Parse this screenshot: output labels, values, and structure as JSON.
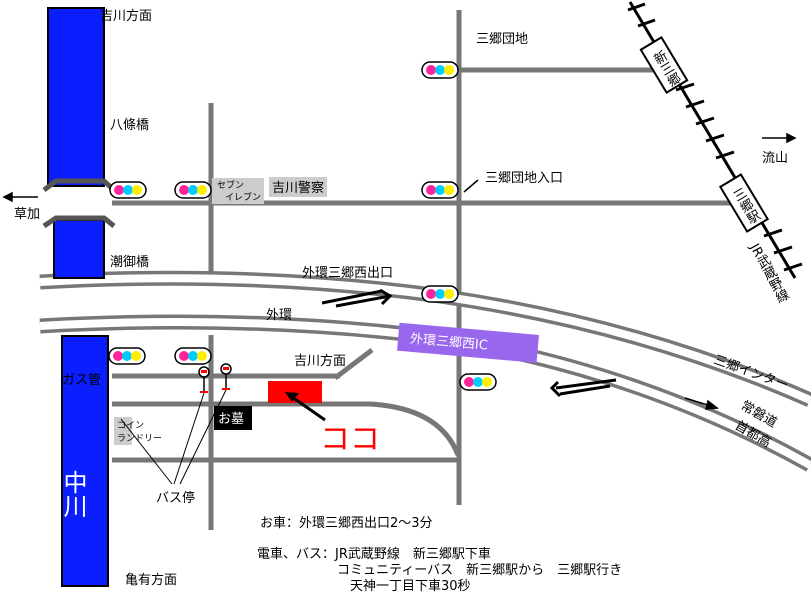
{
  "colors": {
    "river": "#0a1eff",
    "road": "#777777",
    "ic_box": "#9966ee",
    "destination": "#ff0000",
    "label_box": "#cccccc",
    "grave_box": "#000000"
  },
  "labels": {
    "yoshikawa_top": "吉川方面",
    "hachijo_bridge": "八條橋",
    "soka": "草加",
    "shiomi_bridge": "潮御橋",
    "gas_pipe": "ガス管",
    "river_name": "中川",
    "kameari": "亀有方面",
    "seven_eleven_1": "セブン",
    "seven_eleven_2": "イレブン",
    "police": "吉川警察",
    "sango_danchi": "三郷団地",
    "sango_danchi_entrance": "三郷団地入口",
    "nagareyama": "流山",
    "shin_misato_station": "新三郷",
    "misato_station": "三郷駅",
    "jr_musashino": "JR武蔵野線",
    "gaikan_exit": "外環三郷西出口",
    "gaikan": "外環",
    "gaikan_ic": "外環三郷西IC",
    "yoshikawa_small": "吉川方面",
    "misato_interchange": "三郷インター",
    "joban_1": "常磐道",
    "joban_2": "首都高",
    "coin_laundry_1": "コイン",
    "coin_laundry_2": "ランドリー",
    "grave": "お墓",
    "bus_stop": "バス停",
    "koko": "ココ"
  },
  "directions": {
    "car": "お車：外環三郷西出口2〜3分",
    "train_line1": "電車、バス：JR武蔵野線　新三郷駅下車",
    "train_line2": "コミュニティーバス　新三郷駅から　三郷駅行き",
    "train_line3": "天神一丁目下車30秒"
  }
}
